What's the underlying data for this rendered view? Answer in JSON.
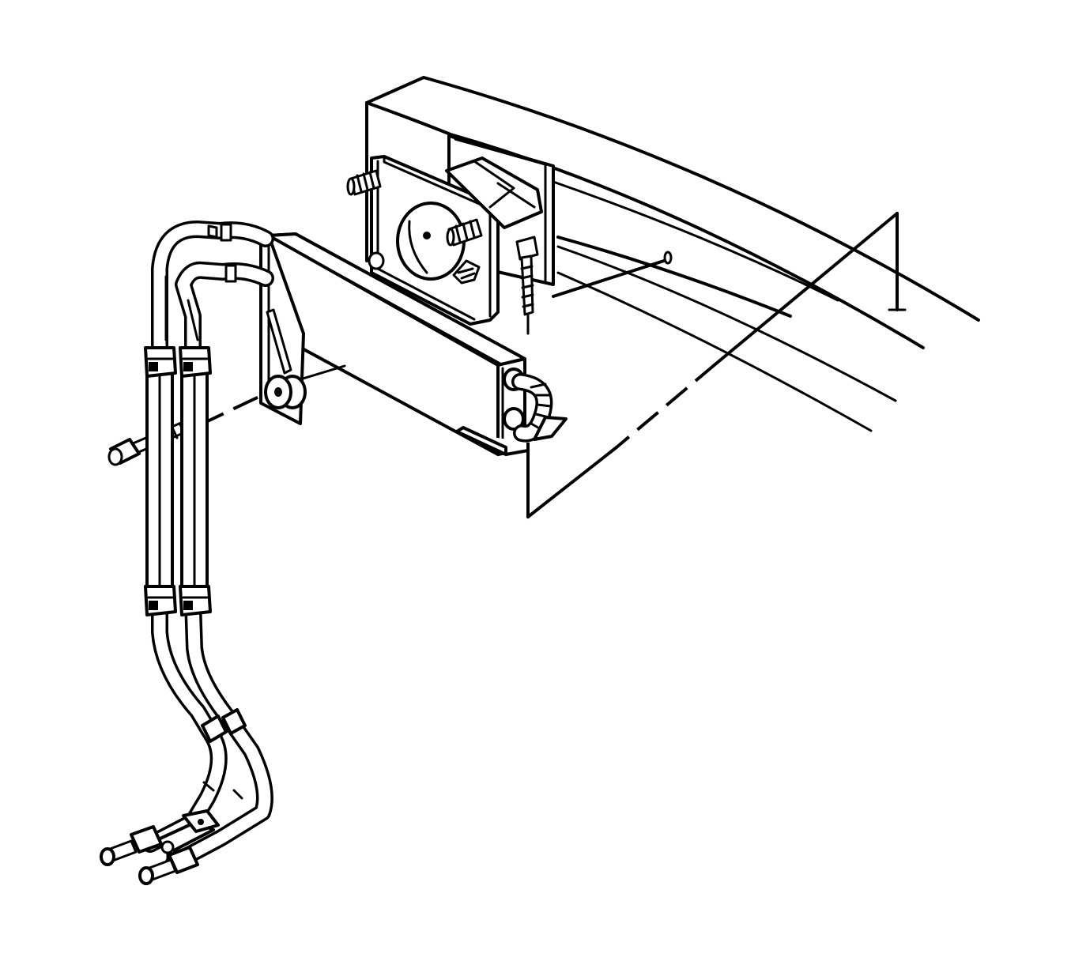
{
  "figure": {
    "kind": "exploded-view line illustration",
    "colors": {
      "line": "#000000",
      "background": "#ffffff"
    },
    "parts": [
      "bumper-beam",
      "cooler-bracket",
      "fluid-cooler",
      "mounting-bolt-vertical",
      "mounting-bolt-horizontal",
      "cooler-hose-pair",
      "hose-clamps",
      "hose-end-fittings",
      "hose-retainer-bracket",
      "push-pin-retainer",
      "weld-studs",
      "reference-plane"
    ]
  }
}
